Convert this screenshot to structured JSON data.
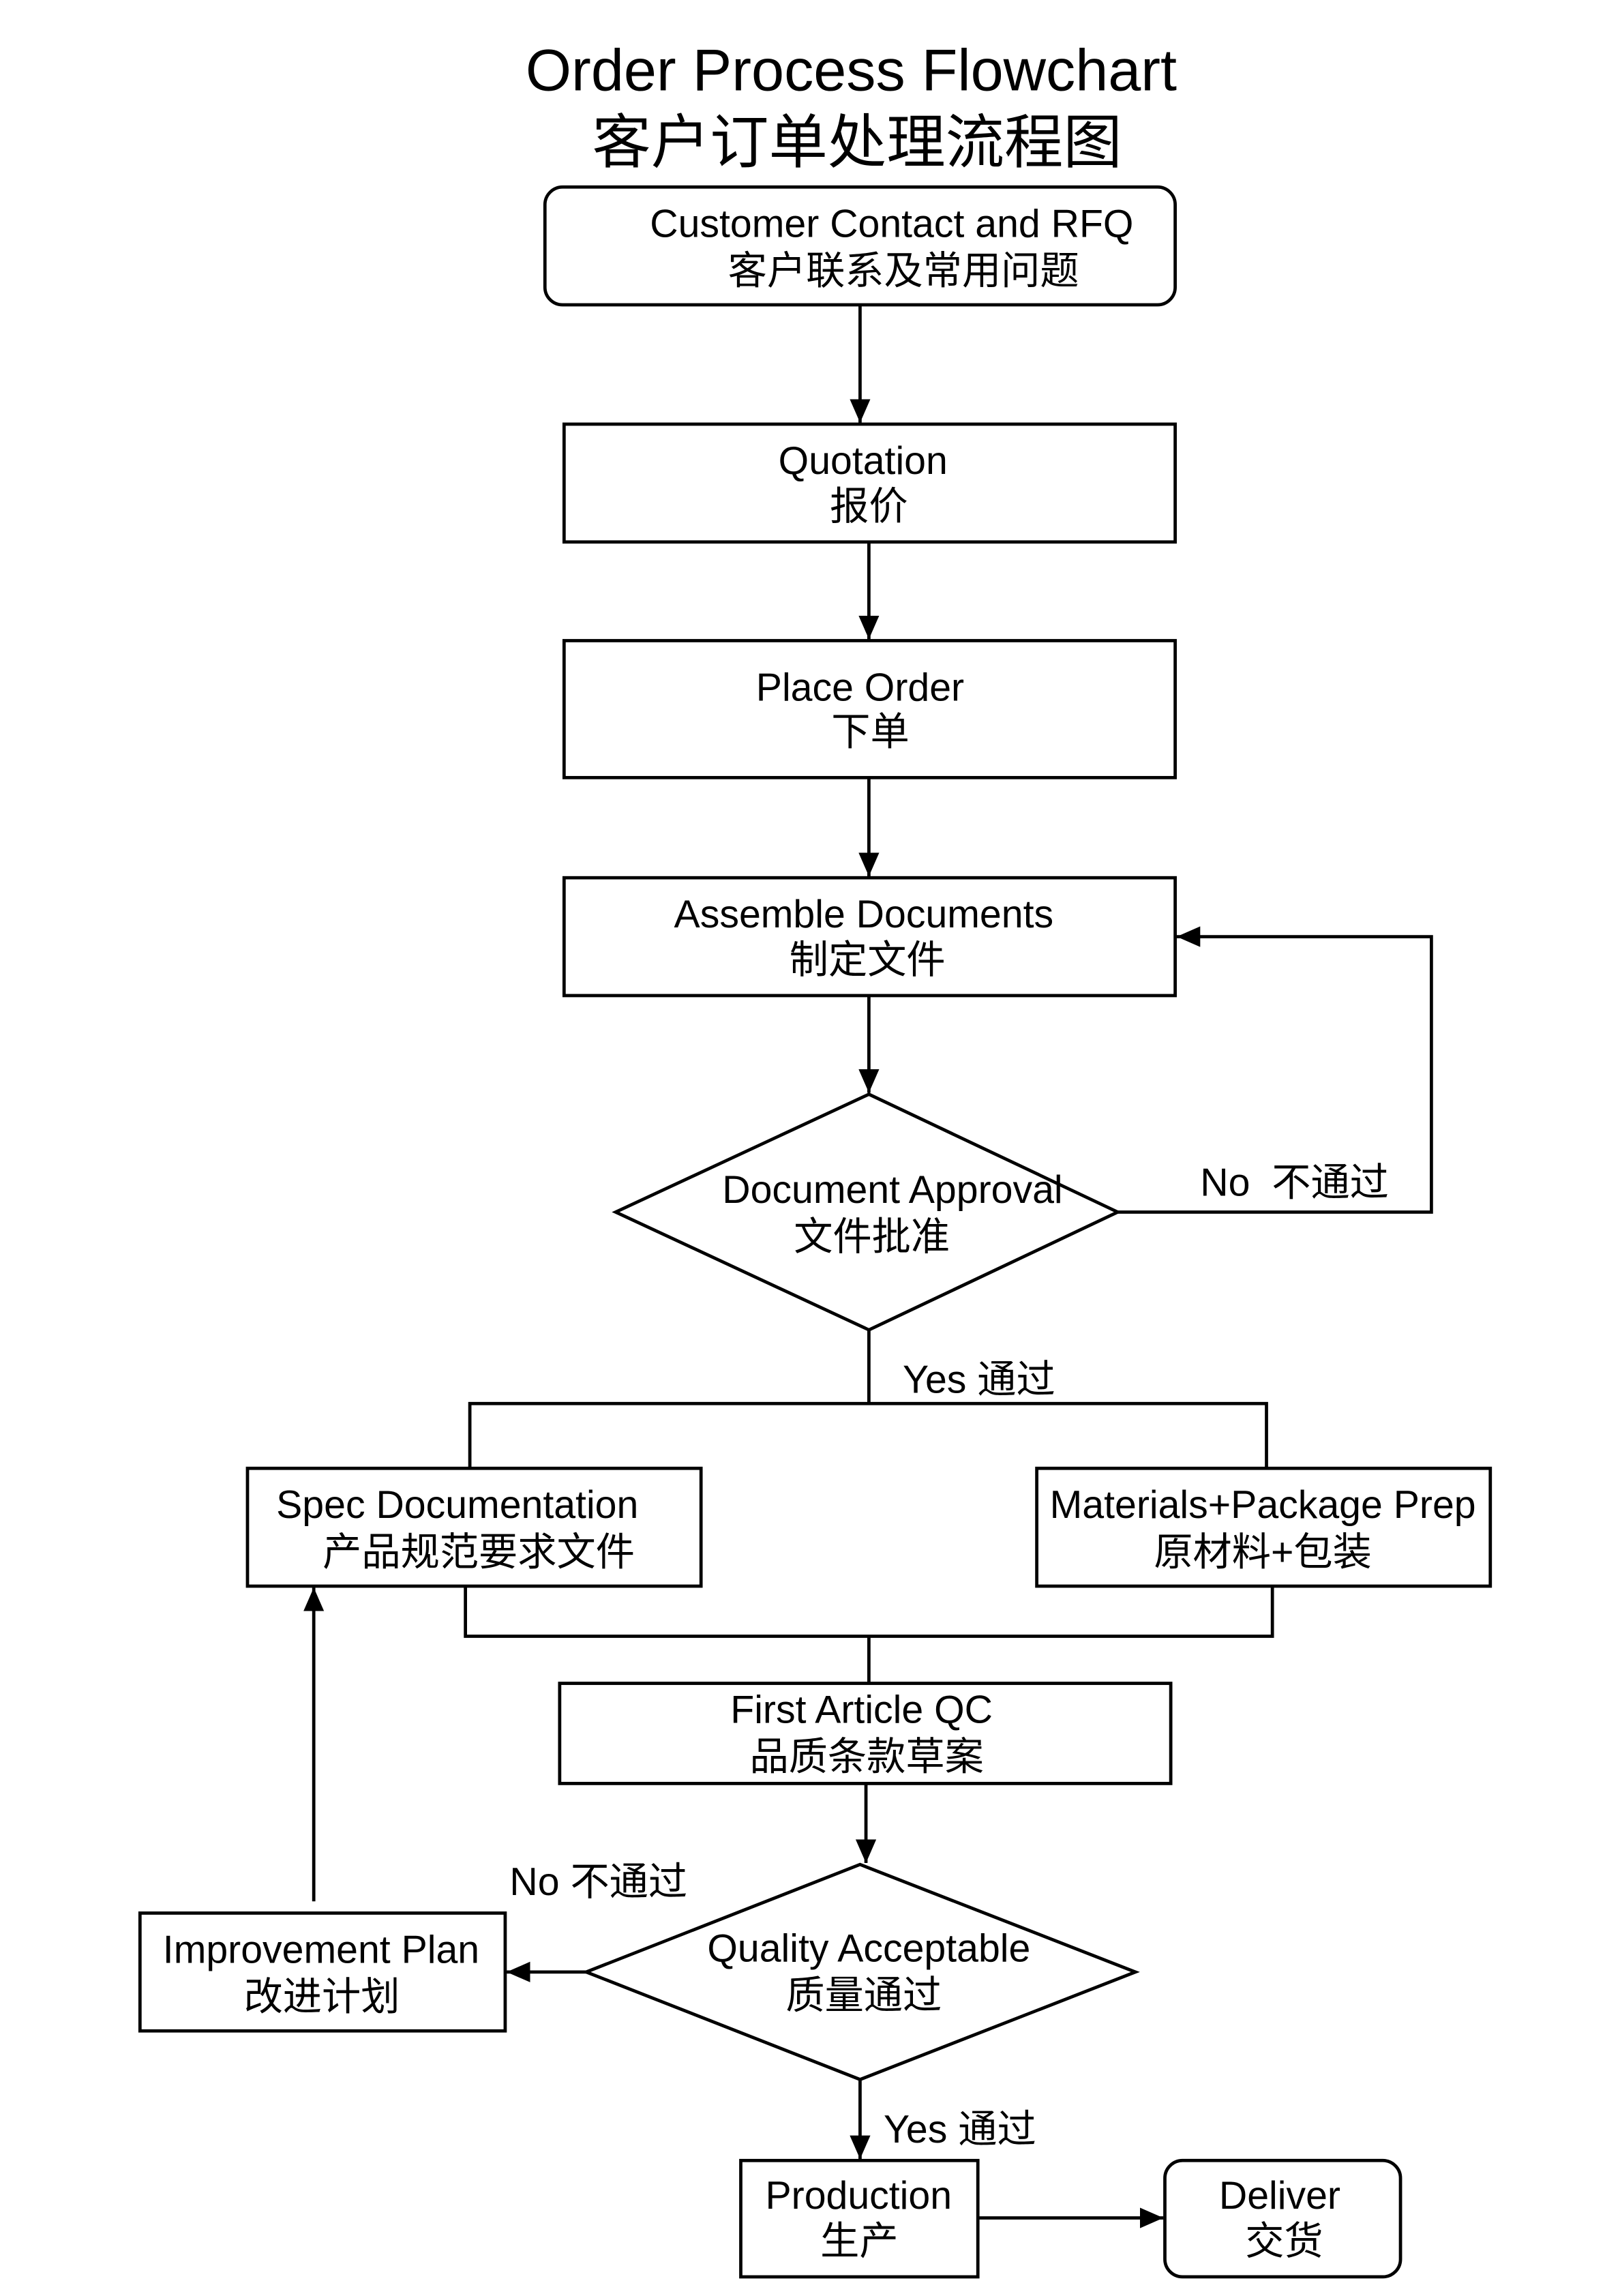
{
  "title": {
    "en": "Order Process Flowchart",
    "cn": "客户订单处理流程图"
  },
  "nodes": {
    "customer_contact": {
      "en": "Customer Contact and RFQ",
      "cn": "客户联系及常用问题"
    },
    "quotation": {
      "en": "Quotation",
      "cn": "报价"
    },
    "place_order": {
      "en": "Place Order",
      "cn": "下单"
    },
    "assemble_documents": {
      "en": "Assemble Documents",
      "cn": "制定文件"
    },
    "document_approval": {
      "en": "Document Approval",
      "cn": "文件批准"
    },
    "spec_documentation": {
      "en": "Spec Documentation",
      "cn": "产品规范要求文件"
    },
    "materials_package_prep": {
      "en": "Materials+Package Prep",
      "cn": "原材料+包装"
    },
    "first_article_qc": {
      "en": "First Article QC",
      "cn": "品质条款草案"
    },
    "quality_acceptable": {
      "en": "Quality Acceptable",
      "cn": "质量通过"
    },
    "improvement_plan": {
      "en": "Improvement Plan",
      "cn": "改进计划"
    },
    "production": {
      "en": "Production",
      "cn": "生产"
    },
    "deliver": {
      "en": "Deliver",
      "cn": "交货"
    }
  },
  "edge_labels": {
    "document_approval_no": "No  不通过",
    "document_approval_yes": "Yes 通过",
    "quality_acceptable_no": "No 不通过",
    "quality_acceptable_yes": "Yes 通过"
  }
}
